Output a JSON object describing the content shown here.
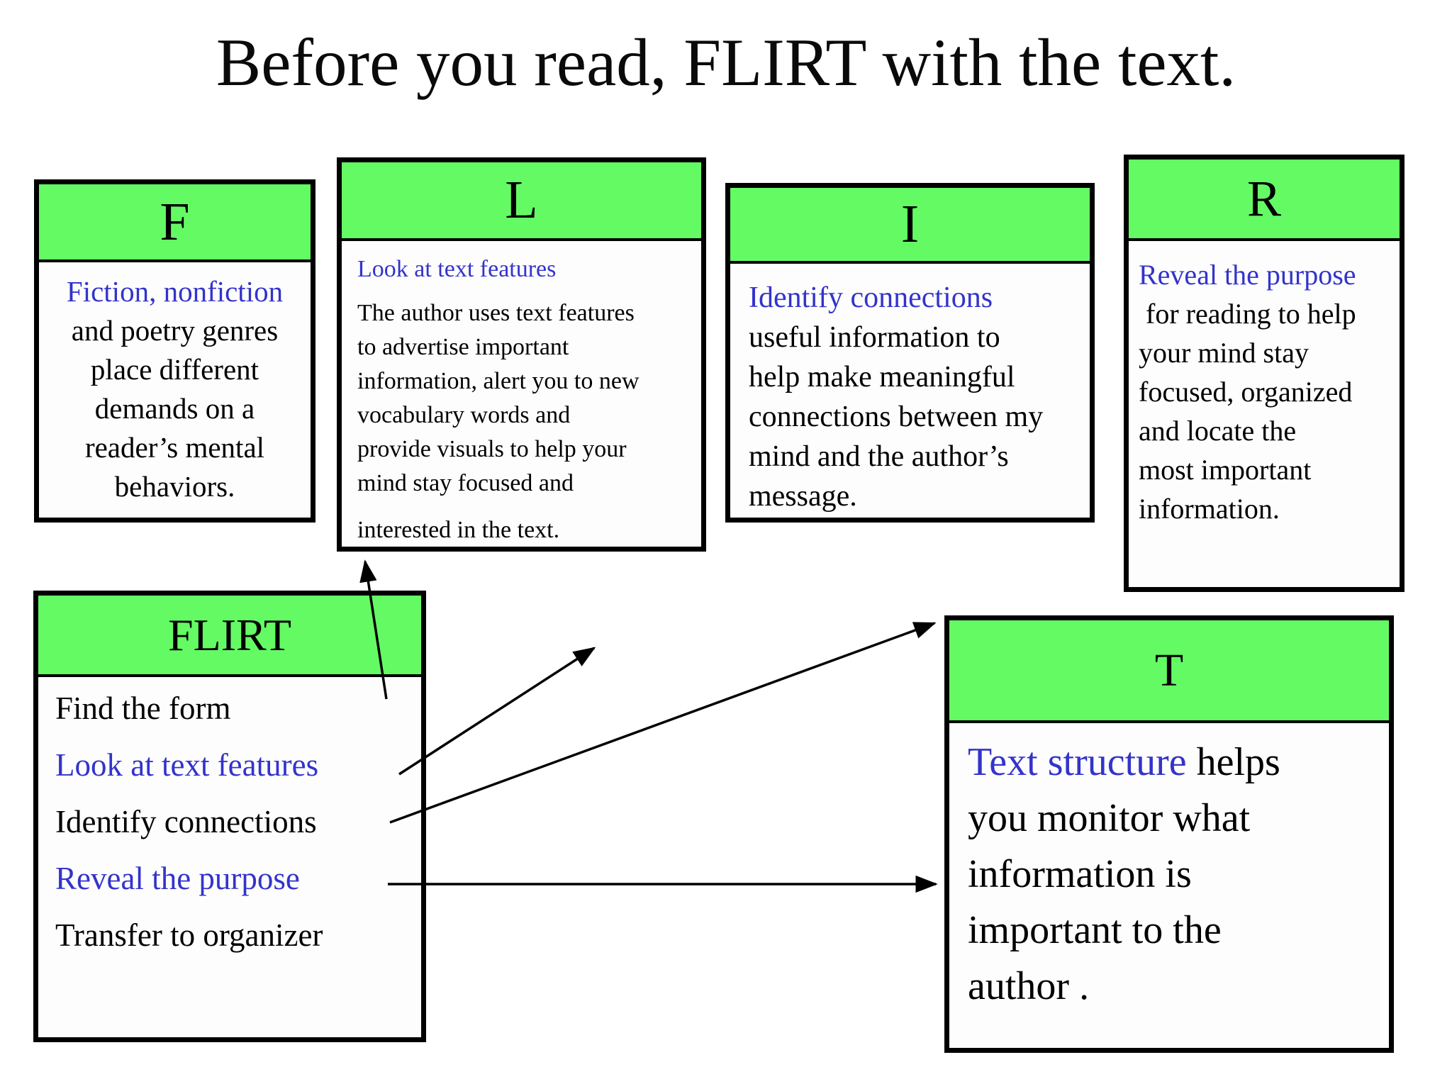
{
  "title": "Before you read, FLIRT with the text.",
  "colors": {
    "header_green": "#64fa64",
    "highlight_blue": "#3333cc",
    "ink_black": "#000000",
    "page_bg": "#ffffff"
  },
  "boxes": {
    "f": {
      "header": "F",
      "lines": [
        "Fiction, nonfiction",
        "and poetry genres",
        "place different",
        "demands on a",
        "reader’s mental",
        "behaviors."
      ]
    },
    "l": {
      "header": "L",
      "lines": [
        "Look at text features",
        "The author uses text features",
        "to advertise important",
        "information, alert you to new",
        "vocabulary words and",
        "provide visuals to help your",
        "mind stay focused and",
        "interested in the text."
      ]
    },
    "i": {
      "header": "I",
      "lines": [
        "Identify connections",
        "useful information to",
        "help make meaningful",
        "connections between my",
        "mind and the author’s",
        "message."
      ]
    },
    "r": {
      "header": "R",
      "lines": [
        "Reveal the purpose",
        " for reading to help",
        "your mind stay",
        "focused, organized",
        "and locate the",
        "most important",
        "information."
      ]
    },
    "flirt": {
      "header": "FLIRT",
      "lines": [
        "Find the form",
        "Look at text features",
        "Identify connections",
        "Reveal the purpose",
        "Transfer to organizer"
      ]
    },
    "t": {
      "header": "T",
      "line1_blue": "Text structure",
      "line1_black": " helps",
      "lines": [
        "you monitor what",
        "information is",
        "important to the",
        "author ."
      ]
    }
  }
}
